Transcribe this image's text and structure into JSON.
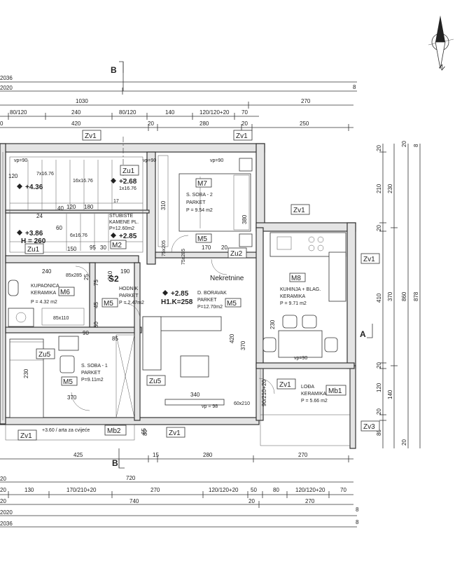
{
  "north_label": "N",
  "section_marks": {
    "B_top": "B",
    "B_bottom": "B",
    "A_right": "A"
  },
  "dims_top": {
    "row1": "2036",
    "row2": "2020",
    "row2_end": "8",
    "row3": [
      "1030",
      "270"
    ],
    "row4": [
      "80/120",
      "240",
      "80/120",
      "140",
      "120/120+20",
      "70"
    ],
    "row5": [
      "420",
      "20",
      "280",
      "20",
      "250"
    ],
    "row5_lead": "0"
  },
  "dims_bottom": {
    "row1": [
      "425",
      "15",
      "280",
      "270"
    ],
    "row2": "720",
    "row3": [
      "20",
      "130",
      "170/210+20",
      "270",
      "120/120+20",
      "50",
      "80",
      "120/120+20",
      "70"
    ],
    "row4": [
      "740",
      "270"
    ],
    "row5": "2020",
    "row6": "2036",
    "row_ends": [
      "20",
      "20",
      "20",
      "8",
      "8"
    ]
  },
  "dims_right": {
    "inner": [
      "20",
      "210",
      "20",
      "410",
      "20",
      "120",
      "20",
      "80"
    ],
    "middle": [
      "230",
      "370",
      "140"
    ],
    "outer": [
      "860",
      "878"
    ],
    "ticks": [
      "20",
      "20",
      "8"
    ]
  },
  "zone_tags": [
    "Zv1",
    "Zv1",
    "Zv1",
    "Zv1",
    "Zv1",
    "Zv1",
    "Zv1",
    "Zv3",
    "Zu1",
    "Zu1",
    "Zu2",
    "Zu5",
    "Zu5",
    "Mb1",
    "Mb2"
  ],
  "rooms": {
    "m7": {
      "tag": "M7",
      "name": "S. SOBA - 2",
      "floor": "PARKET",
      "area": "P = 9.54 m2",
      "tag2": "M5"
    },
    "stair": {
      "name": "STUBIŠTE",
      "floor": "KAMENE PL.",
      "area": "P=12.60m2",
      "tag": "M2"
    },
    "m8": {
      "tag": "M8",
      "name": "KUHINJA + BLAG.",
      "floor": "KERAMIKA",
      "area": "P = 9.71 m2"
    },
    "bath": {
      "name": "KUPAONICA",
      "floor": "KERAMIKA",
      "area": "P = 4.32 m2",
      "tag": "M6"
    },
    "hall": {
      "tag": "S2",
      "name": "HODNIK",
      "floor": "PARKET",
      "area": "P = 2.47m2",
      "tag2": "M5"
    },
    "living": {
      "name": "D. BORAVAK",
      "floor": "PARKET",
      "area": "P=12.70m2",
      "tag": "M5"
    },
    "s1": {
      "name": "S. SOBA - 1",
      "floor": "PARKET",
      "area": "P=9.11m2",
      "tag": "M5"
    },
    "loggia": {
      "name": "LOĐA",
      "floor": "KERAMIKA",
      "area": "P = 5.66 m2"
    }
  },
  "levels": [
    "+4.36",
    "+2.68",
    "+3.86",
    "+2.85",
    "+2.85",
    "H = 260",
    "H1.K=258"
  ],
  "stair_labels": [
    "7x16.76",
    "16x16.76",
    "1x16.76",
    "6x16.76",
    "17",
    "120",
    "180",
    "24",
    "40",
    "60",
    "120",
    "95",
    "150",
    "30"
  ],
  "plan_labels": {
    "vp90_a": "vp=90",
    "vp90_b": "vp=90",
    "vp90_c": "vp=90",
    "vp90_d": "vp=90",
    "vp98": "vp = 98",
    "d85x285": "85x285",
    "d85x110": "85x110",
    "d60x210": "60x210",
    "d75x285": "75x285",
    "d75x205": "75x205",
    "n310": "310",
    "n380": "380",
    "n170": "170",
    "n20": "20",
    "n340": "340",
    "n370a": "370",
    "n370b": "370",
    "n420": "420",
    "n230a": "230",
    "n230b": "230",
    "n240": "240",
    "n190": "190",
    "n90": "90",
    "n65": "65",
    "n50": "50",
    "n85": "85",
    "n80": "80",
    "n25": "25",
    "n210": "210",
    "n75": "75",
    "n45": "45",
    "n90210": "90/210+20"
  },
  "balcony_note": "+3.60 / arta za cvijeće",
  "watermark": "Nekretnine"
}
